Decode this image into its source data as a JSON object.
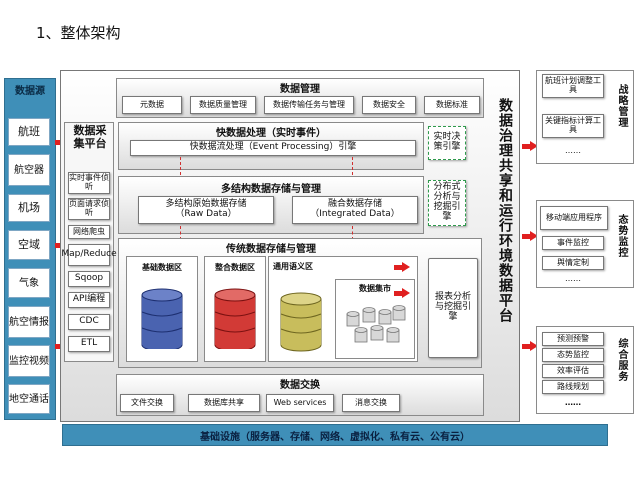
{
  "heading": "1、整体架构",
  "data_source": {
    "title": "数据源",
    "items": [
      "航班",
      "航空器",
      "机场",
      "空域",
      "气象",
      "航空情报",
      "监控视频",
      "地空通话"
    ]
  },
  "collection": {
    "title": "数据采集平台",
    "items": [
      "实时事件侦听",
      "页面请求侦听",
      "网络爬虫",
      "Map/Reduce",
      "Sqoop",
      "API编程",
      "CDC",
      "ETL"
    ]
  },
  "data_mgmt": {
    "title": "数据管理",
    "items": [
      "元数据",
      "数据质量管理",
      "数据传输任务与管理",
      "数据安全",
      "数据标准"
    ]
  },
  "fast": {
    "title": "快数据处理（实时事件）",
    "engine": "快数据流处理（Event Processing）引擎",
    "realtime": "实时决策引擎"
  },
  "multi": {
    "title": "多结构数据存储与管理",
    "raw": "多结构原始数据存储\n（Raw Data）",
    "integrated": "融合数据存储\n（Integrated Data）",
    "analysis": "分布式分析与挖掘引擎"
  },
  "trad": {
    "title": "传统数据存储与管理",
    "base": "基础数据区",
    "integ": "整合数据区",
    "semantic": "通用语义区",
    "mart": "数据集市",
    "report": "报表分析与挖掘引擎"
  },
  "exchange": {
    "title": "数据交换",
    "items": [
      "文件交换",
      "数据库共享",
      "Web services",
      "消息交换"
    ]
  },
  "infra": "基础设施（服务器、存储、网络、虚拟化、私有云、公有云）",
  "platform_title": "数据治理共享和运行环境数据平台",
  "strategic": {
    "items": [
      "航班计划调整工具",
      "关键指标计算工具",
      "……"
    ],
    "label": "战略管理"
  },
  "situation": {
    "items": [
      "移动端应用程序",
      "事件监控",
      "舆情定制",
      "……"
    ],
    "label": "态势监控"
  },
  "service": {
    "items": [
      "预测预警",
      "态势监控",
      "效率评估",
      "路线规划",
      "……"
    ],
    "label": "综合服务"
  },
  "colors": {
    "source_bg": "#3f8fb8",
    "infra_bg": "#3f8fb8",
    "arrow": "#e02020",
    "cyl_blue": "#4a63b0",
    "cyl_red": "#d23a36",
    "cyl_olive": "#c8bd5c",
    "cyl_grey": "#d0d0d0"
  }
}
